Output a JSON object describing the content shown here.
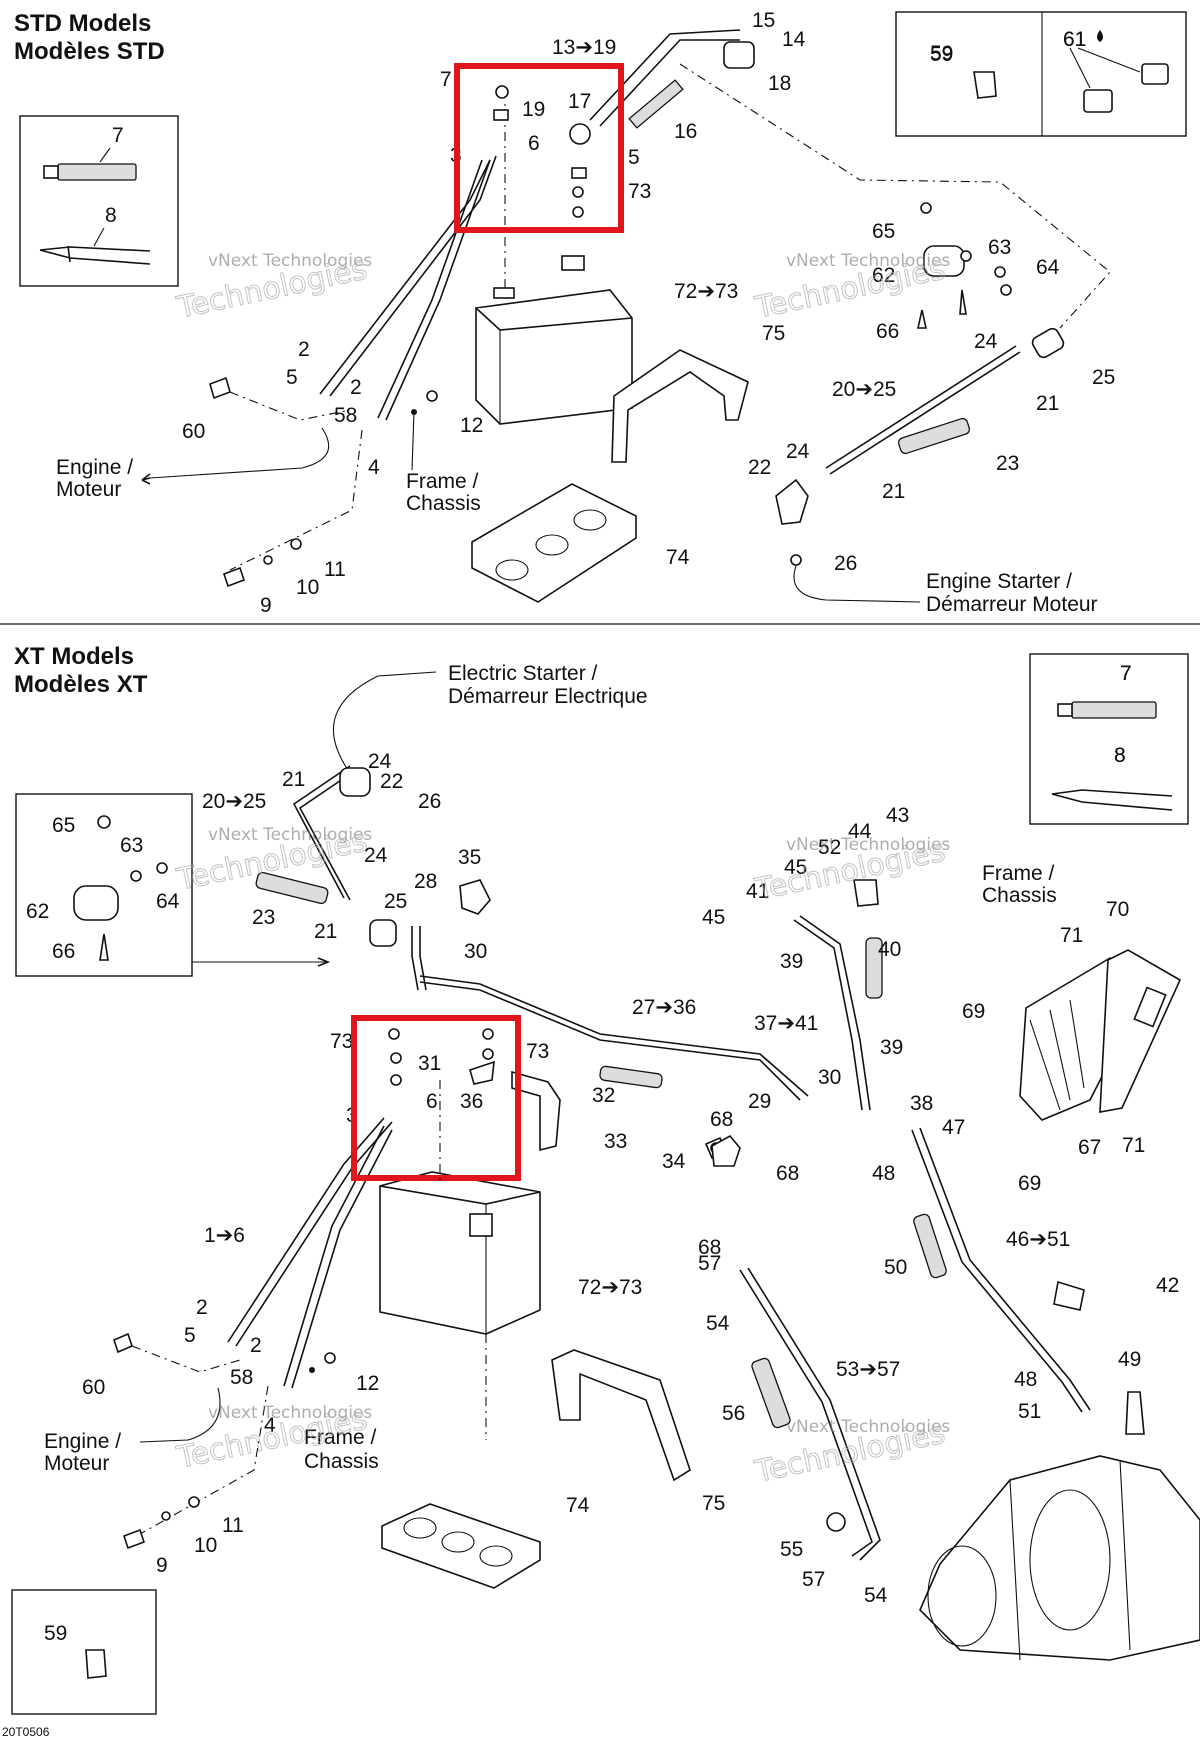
{
  "sections": {
    "std_title_en": "STD Models",
    "std_title_fr": "Modèles STD",
    "xt_title_en": "XT Models",
    "xt_title_fr": "Modèles XT"
  },
  "labels": {
    "engine_en": "Engine /",
    "engine_fr": "Moteur",
    "frame_en": "Frame /",
    "frame_fr": "Chassis",
    "engine_starter_en": "Engine Starter /",
    "engine_starter_fr": "Démarreur Moteur",
    "electric_starter_en": "Electric Starter /",
    "electric_starter_fr": "Démarreur Electrique"
  },
  "watermark": {
    "line1": "vNext Technologies",
    "line2": "Technologies",
    "line3": "vNext"
  },
  "drawing_code": "20T0506",
  "std_callouts": [
    "15",
    "14",
    "13➔19",
    "18",
    "19",
    "17",
    "16",
    "7",
    "6",
    "5",
    "73",
    "3",
    "72➔73",
    "75",
    "2",
    "5",
    "2",
    "60",
    "58",
    "4",
    "12",
    "11",
    "10",
    "9",
    "74",
    "59",
    "61",
    "65",
    "62",
    "63",
    "64",
    "66",
    "24",
    "25",
    "20➔25",
    "21",
    "24",
    "22",
    "23",
    "21",
    "26"
  ],
  "xt_callouts": [
    "7",
    "8",
    "24",
    "22",
    "21",
    "26",
    "20➔25",
    "65",
    "63",
    "64",
    "62",
    "66",
    "35",
    "28",
    "30",
    "24",
    "25",
    "21",
    "23",
    "73",
    "31",
    "36",
    "73",
    "6",
    "3",
    "27➔36",
    "32",
    "33",
    "1➔6",
    "72➔73",
    "2",
    "5",
    "60",
    "2",
    "58",
    "12",
    "4",
    "11",
    "10",
    "9",
    "74",
    "75",
    "43",
    "44",
    "52",
    "45",
    "41",
    "45",
    "39",
    "40",
    "37➔41",
    "39",
    "30",
    "29",
    "38",
    "68",
    "34",
    "68",
    "48",
    "47",
    "69",
    "70",
    "71",
    "71",
    "67",
    "69",
    "46➔51",
    "50",
    "42",
    "57",
    "68",
    "54",
    "53➔57",
    "56",
    "49",
    "48",
    "51",
    "55",
    "57",
    "54",
    "59"
  ]
}
